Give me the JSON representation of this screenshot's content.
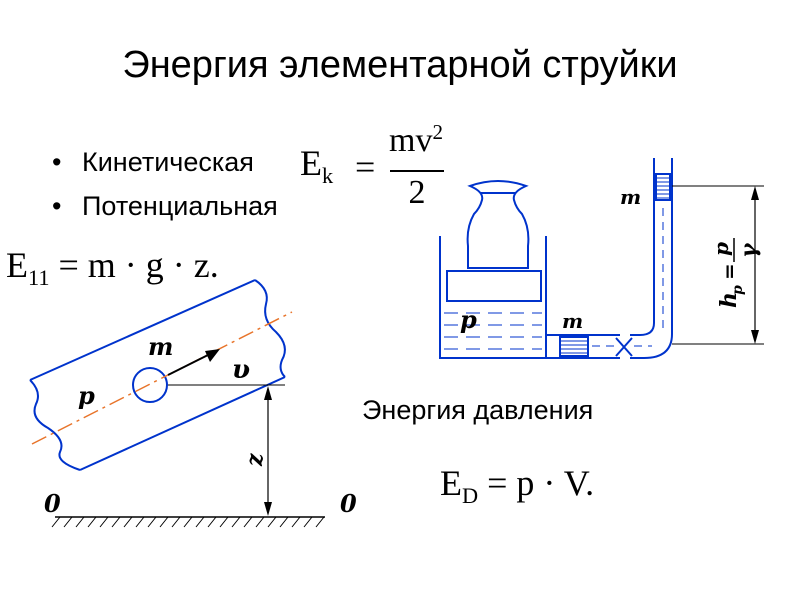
{
  "title": "Энергия элементарной струйки",
  "bullets": [
    {
      "marker": "•",
      "label": "Кинетическая"
    },
    {
      "marker": "•",
      "label": "Потенциальная"
    }
  ],
  "formulas": {
    "kinetic": {
      "lhs": "E",
      "lhs_sub": "k",
      "eq": "=",
      "num": "mv",
      "num_sup": "2",
      "den": "2"
    },
    "potential": {
      "lhs": "E",
      "lhs_sub": "11",
      "rhs": "= m · g · z."
    },
    "pressure": {
      "lhs": "E",
      "lhs_sub": "D",
      "rhs": "= p · V."
    }
  },
  "pressure_caption": "Энергия давления",
  "pipe_diagram": {
    "mass_label": "m",
    "velocity_label": "υ",
    "pressure_label": "p",
    "height_label": "z",
    "datum_left": "0",
    "datum_right": "0"
  },
  "vessel_diagram": {
    "pressure_label": "p",
    "mass_label_tube": "m",
    "mass_label_top": "m",
    "height_formula": {
      "h": "h",
      "h_sub": "p",
      "eq": "=",
      "num": "p",
      "den": "γ"
    }
  },
  "colors": {
    "line": "#0033cc",
    "axis": "#e8742a",
    "text": "#000000"
  }
}
